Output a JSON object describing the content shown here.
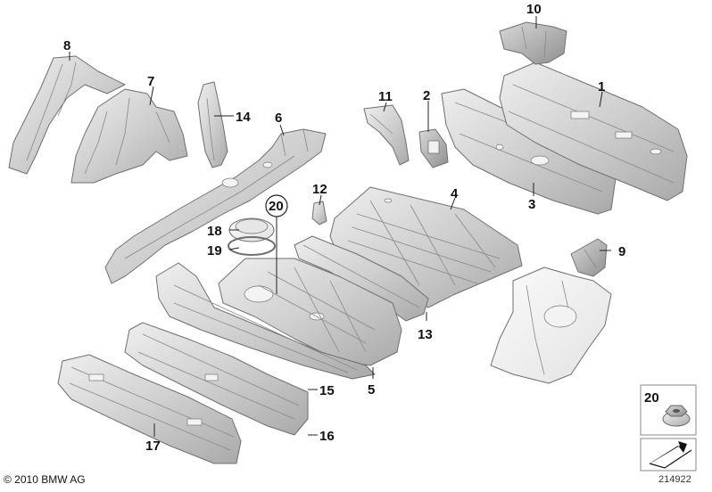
{
  "callouts": {
    "p1": "1",
    "p2": "2",
    "p3": "3",
    "p4": "4",
    "p5": "5",
    "p6": "6",
    "p7": "7",
    "p8": "8",
    "p9": "9",
    "p10": "10",
    "p11": "11",
    "p12": "12",
    "p13": "13",
    "p14": "14",
    "p15": "15",
    "p16": "16",
    "p17": "17",
    "p18": "18",
    "p19": "19",
    "p20": "20",
    "p20_legend": "20"
  },
  "footer": {
    "copyright": "© 2010 BMW AG",
    "drawing_number": "214922"
  },
  "colors": {
    "metal": "#d6d6d6",
    "highlight_part": "#ececec",
    "outline": "#6f6f6f"
  }
}
